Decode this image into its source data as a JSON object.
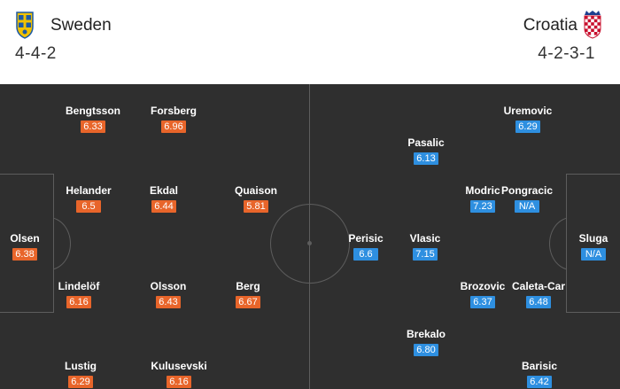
{
  "home": {
    "name": "Sweden",
    "formation": "4-4-2",
    "crest_icon": "sweden-crest-icon",
    "rating_color": "#e8652a",
    "players": [
      {
        "id": "bengtsson",
        "name": "Bengtsson",
        "rating": "6.33"
      },
      {
        "id": "forsberg",
        "name": "Forsberg",
        "rating": "6.96"
      },
      {
        "id": "helander",
        "name": "Helander",
        "rating": "6.5"
      },
      {
        "id": "ekdal",
        "name": "Ekdal",
        "rating": "6.44"
      },
      {
        "id": "quaison",
        "name": "Quaison",
        "rating": "5.81"
      },
      {
        "id": "olsen",
        "name": "Olsen",
        "rating": "6.38"
      },
      {
        "id": "lindelof",
        "name": "Lindelöf",
        "rating": "6.16"
      },
      {
        "id": "olsson",
        "name": "Olsson",
        "rating": "6.43"
      },
      {
        "id": "berg",
        "name": "Berg",
        "rating": "6.67"
      },
      {
        "id": "lustig",
        "name": "Lustig",
        "rating": "6.29"
      },
      {
        "id": "kulusevski",
        "name": "Kulusevski",
        "rating": "6.16"
      }
    ]
  },
  "away": {
    "name": "Croatia",
    "formation": "4-2-3-1",
    "crest_icon": "croatia-crest-icon",
    "rating_color": "#2e8fe0",
    "players": [
      {
        "id": "uremovic",
        "name": "Uremovic",
        "rating": "6.29"
      },
      {
        "id": "pasalic",
        "name": "Pasalic",
        "rating": "6.13"
      },
      {
        "id": "modric",
        "name": "Modric",
        "rating": "7.23"
      },
      {
        "id": "pongracic",
        "name": "Pongracic",
        "rating": "N/A"
      },
      {
        "id": "perisic",
        "name": "Perisic",
        "rating": "6.6"
      },
      {
        "id": "vlasic",
        "name": "Vlasic",
        "rating": "7.15"
      },
      {
        "id": "sluga",
        "name": "Sluga",
        "rating": "N/A"
      },
      {
        "id": "brozovic",
        "name": "Brozovic",
        "rating": "6.37"
      },
      {
        "id": "caleta-car",
        "name": "Caleta-Car",
        "rating": "6.48"
      },
      {
        "id": "brekalo",
        "name": "Brekalo",
        "rating": "6.80"
      },
      {
        "id": "barisic",
        "name": "Barisic",
        "rating": "6.42"
      }
    ]
  },
  "pitch_color": "#2f2f2f"
}
